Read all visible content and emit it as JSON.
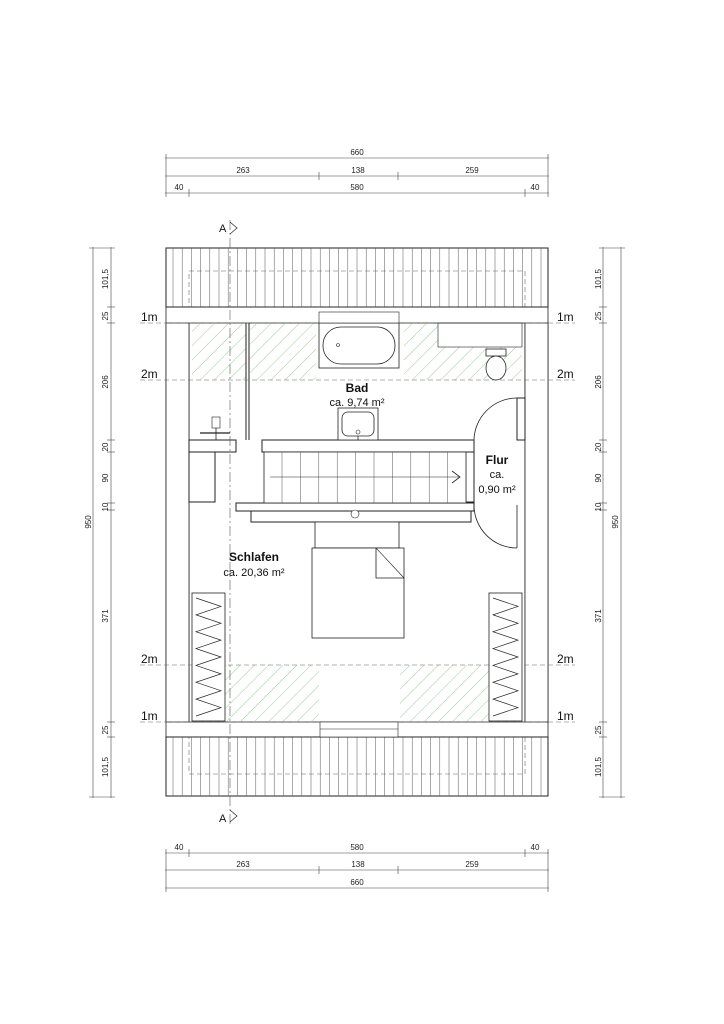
{
  "dimensions": {
    "top_total": "660",
    "top_segments": [
      "263",
      "138",
      "259"
    ],
    "top_inner": [
      "40",
      "580",
      "40"
    ],
    "bottom_inner": [
      "40",
      "580",
      "40"
    ],
    "bottom_segments": [
      "263",
      "138",
      "259"
    ],
    "bottom_total": "660",
    "side_segments": [
      "101,5",
      "25",
      "206",
      "20",
      "90",
      "10",
      "371",
      "25",
      "101,5"
    ],
    "side_total": "950"
  },
  "levels": {
    "one_meter": "1m",
    "two_meter": "2m"
  },
  "section_marker": "A",
  "rooms": {
    "bad": {
      "name": "Bad",
      "area": "ca. 9,74 m²"
    },
    "flur": {
      "name": "Flur",
      "area_line1": "ca.",
      "area_line2": "0,90 m²"
    },
    "schlafen": {
      "name": "Schlafen",
      "area": "ca. 20,36 m²"
    }
  },
  "colors": {
    "hatch": "#7fbf7f",
    "line": "#222222"
  }
}
